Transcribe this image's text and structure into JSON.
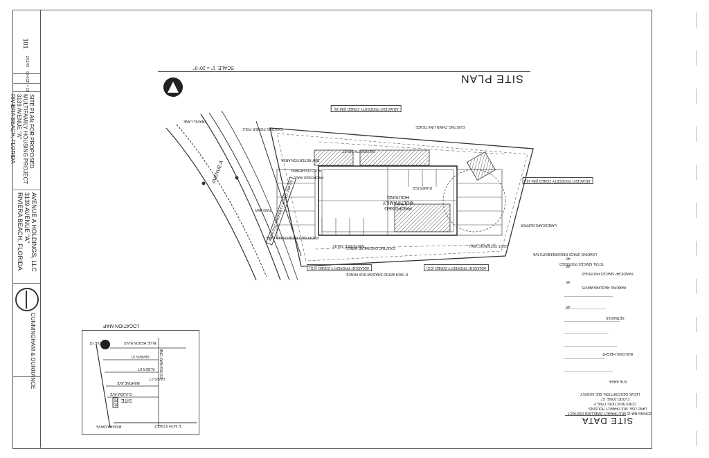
{
  "title_block": {
    "project_title": "SITE PLAN FOR PROPOSED MULTIFAMILY HOUSING PROJECT",
    "project_address": "3139 AVENUE \"A\"",
    "project_city": "RIVIERA BEACH, FLORIDA",
    "owner_name": "AVENUE A HOLDINGS, LLC",
    "owner_address": "3139 AVENUE \"A\"",
    "owner_city": "RIVIERA BEACH, FLORIDA",
    "firm_name": "CUNNINGHAM & DURRANCE",
    "sheet_number": "101",
    "date": "2/11/05",
    "job_number": "05-032",
    "scale_fraction": "1\" = 20'",
    "scale_note": "SCALE: 1\" = 20'-0\""
  },
  "drawing": {
    "site_plan_title": "SITE PLAN",
    "site_data_title": "SITE DATA",
    "location_map_title": "LOCATION MAP",
    "site_label": "SITE",
    "building_label": "PROPOSED MULTIFAMILY HOUSING",
    "adjacent_top": "ADJACENT PROPERTY ZONED (RM-15)",
    "adjacent_right": "ADJACENT PROPERTY ZONED (RM-15)",
    "adjacent_bottom_left": "ADJACENT PROPERTY ZONED (CG)",
    "adjacent_bottom_right": "ADJACENT PROPERTY ZONED (CG)",
    "adjacent_left": "ADJACENT PROPERTY ZONED (RM-20)",
    "avenue_label": "AVENUE A",
    "bearing_top": "N90°00'00\"W 268.82'",
    "bearing_bottom": "N90°00'00\"E 268.82'",
    "dry_retention": "DRY RETENTION AREA",
    "auto_overhang": "AUTO OVERHANG",
    "proposed_wall": "PROPOSED WALL",
    "shadow_box_fence": "6' HIGH WOOD SHADOW BOX FENCE",
    "power_pole": "EXISTING POWER POLE",
    "landscape_buffer": "LANDSCAPE BUFFER",
    "travel_lane": "TRAVEL LANE",
    "dumpster": "DUMPSTER",
    "two_way": "TWO WAY",
    "proposed_ped": "PROPOSED PEDESTRIAN GATE",
    "existing_wall": "EXIST. RETAINING WALL",
    "overhead_wires": "EXISTING OVERHEAD WIRES",
    "chain_link": "EXISTING CHAIN LINK FENCE",
    "parking_required": "PARKING REQUIREMENTS",
    "loading_req": "LOADING SPACE REQUIREMENTS N/A",
    "total_provided": "TOTAL SPACES PROVIDED",
    "handicap": "HANDICAP SPACES PROVIDED",
    "building_height": "BUILDING HEIGHT",
    "setbacks": "SETBACKS",
    "site_area": "SITE AREA",
    "zoning": "ZONING RM-15 MULTIFAMILY DWELLING DISTRICT",
    "land_use": "LAND USE: MULTIFAMILY HOUSING",
    "construction": "CONSTRUCTION: TYPE V",
    "flood_zone": "FLOOD ZONE: X7",
    "legal": "LEGAL DESCRIPTION: SEE SURVEY",
    "value_48a": "48",
    "value_48b": "48",
    "value_48c": "48",
    "value_48d": "48"
  },
  "location_map": {
    "streets": [
      "E 34TH STREET",
      "RIVIERA DRIVE",
      "US HIGHWAY ONE",
      "OLIVE ST",
      "BLUE HERON BLVD",
      "DENNIS ST",
      "ALDER ST",
      "MAHONE AVE",
      "CLAUDIA AVE",
      "OASIS CT"
    ],
    "address_badge": "3139"
  },
  "colors": {
    "line": "#333333",
    "frame": "#555555",
    "hatch": "#555555",
    "paper": "#ffffff"
  }
}
